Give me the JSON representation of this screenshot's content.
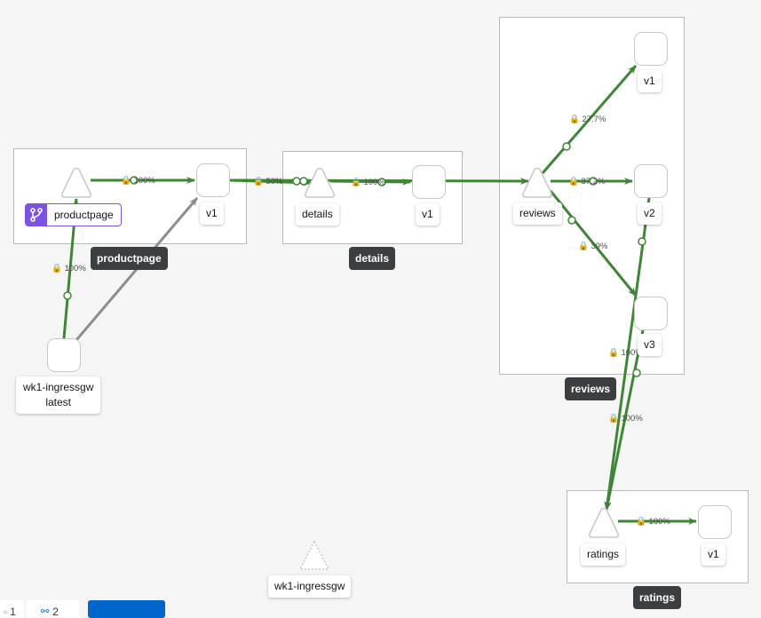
{
  "colors": {
    "edge_healthy": "#3e8635",
    "edge_idle": "#8a8d90",
    "accent": "#0066cc",
    "app_badge": "#7b52e4",
    "box_badge": "#3c3f42"
  },
  "boxes": {
    "productpage": "productpage",
    "details": "details",
    "reviews": "reviews",
    "ratings": "ratings"
  },
  "nodes": {
    "productpage_app": "productpage",
    "productpage_v1": "v1",
    "details_app": "details",
    "details_v1": "v1",
    "reviews_app": "reviews",
    "reviews_v1": "v1",
    "reviews_v2": "v2",
    "reviews_v3": "v3",
    "ratings_app": "ratings",
    "ratings_v1": "v1",
    "ingress_latest": {
      "name": "wk1-ingressgw",
      "version": "latest"
    },
    "ingress_unused": "wk1-ingressgw"
  },
  "edges": {
    "ingress_to_productpage": "100%",
    "productpage_to_v1": "100%",
    "productpage_v1_to_details": "50%",
    "details_to_v1": "100%",
    "reviews_to_v1": "27.7%",
    "reviews_to_v2": "37.2%",
    "reviews_to_v3": "39%",
    "v2_to_ratings": "100%",
    "v3_to_ratings": "100%",
    "ratings_to_v1": "100%"
  },
  "toolbar": {
    "count1": "1",
    "count2": "2",
    "button_label": ""
  }
}
